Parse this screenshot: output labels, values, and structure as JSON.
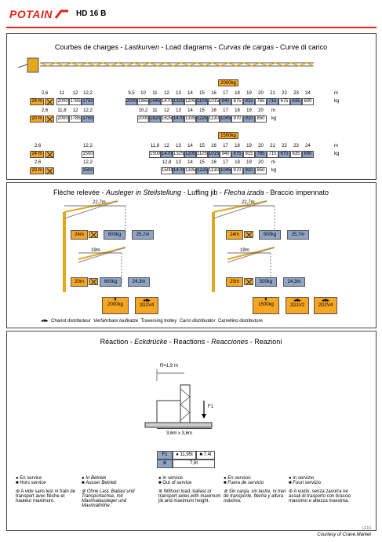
{
  "header": {
    "brand": "POTAIN",
    "model": "HD 16 B"
  },
  "load_section": {
    "title_parts": [
      "Courbes de charges - ",
      "Lastkurven",
      " - Load diagrams - ",
      "Curvas de cargas",
      " - Curve di carico"
    ],
    "tag_2000": "2000kg",
    "tag_1500": "1500kg",
    "unit_m": "m",
    "unit_kg": "kg",
    "rows": [
      {
        "jib": "24 m",
        "left_hdr": [
          "2,6",
          "11",
          "12",
          "12,2"
        ],
        "left": [
          "2000",
          "1785",
          "1750"
        ],
        "right_hdr": [
          "9,5",
          "10",
          "11",
          "12",
          "13",
          "14",
          "15",
          "16",
          "17",
          "18",
          "19",
          "20",
          "21",
          "22",
          "23",
          "24"
        ],
        "right": [
          "2000",
          "1865",
          "1645",
          "1470",
          "1325",
          "1205",
          "1105",
          "1015",
          "940",
          "875",
          "815",
          "765",
          "715",
          "675",
          "635",
          "600"
        ]
      },
      {
        "jib": "20 m",
        "left_hdr": [
          "2,6",
          "11,8",
          "12",
          "12,2"
        ],
        "left": [
          "2000",
          "1785",
          "1750"
        ],
        "right_hdr": [
          "10,2",
          "11",
          "12",
          "13",
          "14",
          "15",
          "16",
          "17",
          "18",
          "19",
          "20"
        ],
        "right": [
          "2000",
          "1820",
          "1625",
          "1470",
          "1335",
          "1225",
          "1130",
          "1045",
          "970",
          "910",
          "850"
        ]
      },
      {
        "jib": "24 m",
        "left_hdr": [
          "2,6",
          "12,2"
        ],
        "left": [
          "1500"
        ],
        "right_hdr": [
          "11,8",
          "12",
          "13",
          "14",
          "15",
          "16",
          "17",
          "18",
          "19",
          "20",
          "21",
          "22",
          "23",
          "24"
        ],
        "right": [
          "1500",
          "1470",
          "1325",
          "1205",
          "1105",
          "1015",
          "940",
          "875",
          "815",
          "765",
          "715",
          "675",
          "635",
          "600"
        ]
      },
      {
        "jib": "20 m",
        "left_hdr": [
          "2,6",
          "12,2"
        ],
        "left": [
          "1500"
        ],
        "right_hdr": [
          "12,8",
          "13",
          "14",
          "15",
          "16",
          "17",
          "18",
          "19",
          "20"
        ],
        "right": [
          "1500",
          "1470",
          "1335",
          "1225",
          "1130",
          "1045",
          "970",
          "910",
          "850"
        ]
      }
    ]
  },
  "luffing_section": {
    "title_parts": [
      "Flèche relevée - ",
      "Ausleger in Steilstellung",
      " - Luffing jib - ",
      "Flecha izada",
      " - Braccio impennato"
    ],
    "left": {
      "top_reach": "22,7m",
      "top_jib": "24m",
      "top_load": "600kg",
      "top_radius": "25,7m",
      "bot_reach": "19m",
      "bot_jib": "20m",
      "bot_load": "600kg",
      "bot_radius": "24,3m",
      "mass": "2000kg",
      "trolley": "2D2V4"
    },
    "right": {
      "top_reach": "22,7m",
      "top_jib": "24m",
      "top_load": "500kg",
      "top_radius": "25,7m",
      "bot_reach": "19m",
      "bot_jib": "20m",
      "bot_load": "500kg",
      "bot_radius": "24,3m",
      "mass": "1500kg",
      "trolley1": "2D1V2",
      "trolley2": "2D2V4"
    },
    "legend": [
      "Chariot distributeur",
      "Verfahrbare laufkatze",
      "Traversing trolley",
      "Carro distribuidor",
      "Carrellino distributore"
    ]
  },
  "reaction_section": {
    "title_parts": [
      "Réaction - ",
      "Eckdrücke",
      " - Reactions - ",
      "Reacciones",
      " - Reazioni"
    ],
    "radius": "R=1,9 m",
    "force": "F1",
    "base": "3,6m x 3,6m",
    "table": {
      "h1": "F1",
      "v1": "11,95t",
      "v2": "7,4t",
      "h2": "7,6t"
    },
    "cols": [
      {
        "a": "En service",
        "b": "Hors service",
        "c": "A vide sans lest ni frain de transport avec flèche et hauteur maximum."
      },
      {
        "a": "In Betrieb",
        "b": "Ausser Betrieb",
        "c": "Ohne Last, Ballast und Transportachse, mit Maximalausleger und Maximalhöhe."
      },
      {
        "a": "In service",
        "b": "Out of service",
        "c": "Without load, ballast or transport axles,with maximum jib and maximum height."
      },
      {
        "a": "En servicio",
        "b": "Fuera de servicio",
        "c": "Sin carga, sin lastre, ni tren de transporte, flecha y altura máxima."
      },
      {
        "a": "In servizio",
        "b": "Fuori servizio",
        "c": "A vuoto, senza zavorra ne assali di trasporto con braccio massimo e altezza massima."
      }
    ],
    "footer": "Courtesy of Crane.Market",
    "code": "LF16"
  }
}
